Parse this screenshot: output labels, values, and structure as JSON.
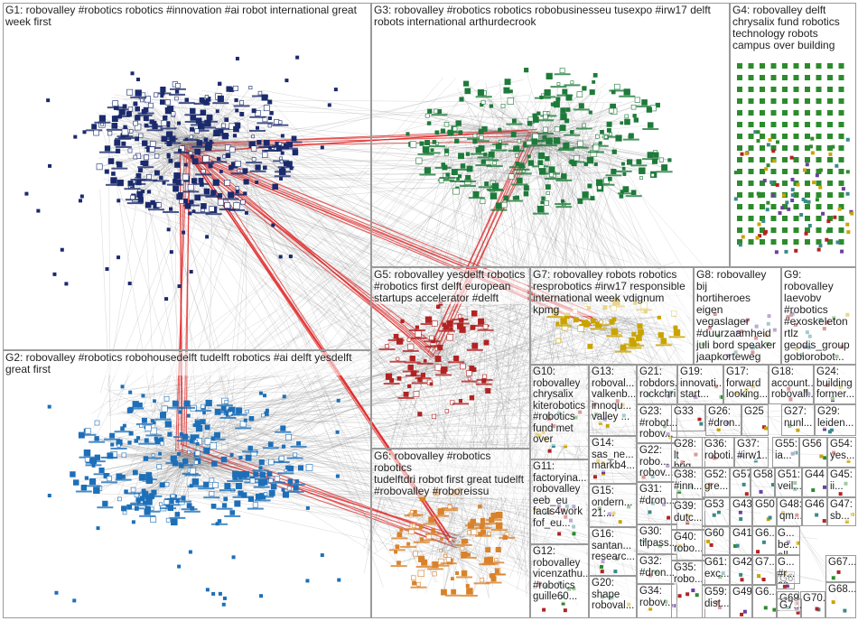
{
  "graph": {
    "groups": [
      {
        "id": "G1",
        "text": "G1: robovalley #robotics robotics #innovation #ai robot international great\nweek first",
        "color": "#1a2a6c"
      },
      {
        "id": "G2",
        "text": "G2: robovalley #robotics robohousedelft tudelft robotics #ai delft yesdelft\ngreat first",
        "color": "#1d6fb8"
      },
      {
        "id": "G3",
        "text": "G3: robovalley #robotics robotics robobusinesseu tusexpo #irw17 delft\nrobots international arthurdecrook",
        "color": "#1e7a3a"
      },
      {
        "id": "G4",
        "text": "G4: robovalley delft\nchrysalix fund robotics\ntechnology robots\ncampus over building",
        "color": "#2d8b2d"
      },
      {
        "id": "G5",
        "text": "G5: robovalley yesdelft robotics\n#robotics first delft european\nstartups accelerator #delft",
        "color": "#b22222"
      },
      {
        "id": "G6",
        "text": "G6: robovalley #robotics robotics\ntudelftdri robot first great tudelft\n#robovalley #roboreissu",
        "color": "#d9822b"
      },
      {
        "id": "G7",
        "text": "G7: robovalley robots robotics\nresprobotics #irw17 responsible\ninternational week vdignum kpmg",
        "color": "#c9a400"
      },
      {
        "id": "G8",
        "text": "G8: robovalley bij\nhortiheroes eigen\nvegaslager\n#duurzaamheid\njuli bord speaker\njaapkorteweg",
        "color": "#8a6d2e"
      },
      {
        "id": "G9",
        "text": "G9:\nrobovalley\nlaevobv\n#robotics\n#exoskeleton\nrtlz\ngeodis_group\ngobiorobot...",
        "color": "#6b3fa0"
      },
      {
        "id": "G10",
        "text": "G10:\nrobovalley\nchrysalix\nkiterobotics\n#robotics\nfund met\nover",
        "color": "#7a4aa0"
      },
      {
        "id": "G11",
        "text": "G11:\nfactoryina...\nrobovalley\neeb_eu\nfacts4work\nfof_eu...",
        "color": "#3a8a8a"
      },
      {
        "id": "G12",
        "text": "G12:\nrobovalley\nvicenzathu...\n#robotics\nguille60...",
        "color": "#3a6fb0"
      },
      {
        "id": "G13",
        "text": "G13:\nroboval...\nvalkenb...\ninnoqu...\nvalley ...",
        "color": "#666666"
      },
      {
        "id": "G14",
        "text": "G14:\nsas_ne...\nmarkb4...",
        "color": "#666666"
      },
      {
        "id": "G15",
        "text": "G15:\nondern...\n21:...",
        "color": "#666666"
      },
      {
        "id": "G16",
        "text": "G16:\nsantan...\nresearc...",
        "color": "#666666"
      },
      {
        "id": "G17",
        "text": "G17:\nforward\nlooking...",
        "color": "#666666"
      },
      {
        "id": "G18",
        "text": "G18:\naccount...\nrobovall...",
        "color": "#666666"
      },
      {
        "id": "G19",
        "text": "G19:\ninnovati...\nstart...",
        "color": "#666666"
      },
      {
        "id": "G20",
        "text": "G20:\nshape\nroboval...",
        "color": "#666666"
      },
      {
        "id": "G21",
        "text": "G21:\nrobdors...\nrockchri...",
        "color": "#666666"
      },
      {
        "id": "G22",
        "text": "G22:\nrobo...\nrobov...",
        "color": "#666666"
      },
      {
        "id": "G23",
        "text": "G23:\n#robot...\nrobov...",
        "color": "#666666"
      },
      {
        "id": "G24",
        "text": "G24:\nbuilding\nformer...",
        "color": "#666666"
      },
      {
        "id": "G25",
        "text": "G25",
        "color": "#666666"
      },
      {
        "id": "G26",
        "text": "G26:\n#dron...",
        "color": "#666666"
      },
      {
        "id": "G27",
        "text": "G27:\nnunl...",
        "color": "#666666"
      },
      {
        "id": "G28",
        "text": "G28:\nlt\nbrig...",
        "color": "#666666"
      },
      {
        "id": "G29",
        "text": "G29:\nleiden...",
        "color": "#666666"
      },
      {
        "id": "G30",
        "text": "G30:\ntilpass...",
        "color": "#666666"
      },
      {
        "id": "G31",
        "text": "G31:\n#dron...",
        "color": "#666666"
      },
      {
        "id": "G32",
        "text": "G32:\n#dron...",
        "color": "#666666"
      },
      {
        "id": "G33",
        "text": "G33",
        "color": "#666666"
      },
      {
        "id": "G34",
        "text": "G34:\nrobov...",
        "color": "#666666"
      },
      {
        "id": "G35",
        "text": "G35:\nrobo...",
        "color": "#666666"
      },
      {
        "id": "G36",
        "text": "G36:\nroboti...",
        "color": "#666666"
      },
      {
        "id": "G37",
        "text": "G37:\n#irw1...",
        "color": "#666666"
      },
      {
        "id": "G38",
        "text": "G38:\n#inn...",
        "color": "#666666"
      },
      {
        "id": "G39",
        "text": "G39:\ndutc...",
        "color": "#666666"
      },
      {
        "id": "G40",
        "text": "G40:\nrobo...",
        "color": "#666666"
      },
      {
        "id": "G41",
        "text": "G41",
        "color": "#666666"
      },
      {
        "id": "G42",
        "text": "G42",
        "color": "#666666"
      },
      {
        "id": "G43",
        "text": "G43",
        "color": "#666666"
      },
      {
        "id": "G44",
        "text": "G44",
        "color": "#666666"
      },
      {
        "id": "G45",
        "text": "G45:\nii...",
        "color": "#666666"
      },
      {
        "id": "G46",
        "text": "G46",
        "color": "#666666"
      },
      {
        "id": "G47",
        "text": "G47:\nsb...",
        "color": "#666666"
      },
      {
        "id": "G48",
        "text": "G48:\nqm...",
        "color": "#666666"
      },
      {
        "id": "G49",
        "text": "G49",
        "color": "#666666"
      },
      {
        "id": "G50",
        "text": "G50",
        "color": "#666666"
      },
      {
        "id": "G51",
        "text": "G51:\nveil...",
        "color": "#666666"
      },
      {
        "id": "G52",
        "text": "G52:\ngre...",
        "color": "#666666"
      },
      {
        "id": "G53",
        "text": "G53",
        "color": "#666666"
      },
      {
        "id": "G54",
        "text": "G54:\nyes...",
        "color": "#666666"
      },
      {
        "id": "G55",
        "text": "G55:\nia...",
        "color": "#666666"
      },
      {
        "id": "G56",
        "text": "G56",
        "color": "#666666"
      },
      {
        "id": "G57",
        "text": "G57",
        "color": "#666666"
      },
      {
        "id": "G58",
        "text": "G58",
        "color": "#666666"
      },
      {
        "id": "G59",
        "text": "G59:\ndist...",
        "color": "#666666"
      },
      {
        "id": "G60",
        "text": "G60",
        "color": "#666666"
      },
      {
        "id": "G61",
        "text": "G61:\nexc...",
        "color": "#666666"
      },
      {
        "id": "G62",
        "text": "G6...",
        "color": "#666666"
      },
      {
        "id": "G63",
        "text": "G7...",
        "color": "#666666"
      },
      {
        "id": "G64",
        "text": "G64",
        "color": "#666666"
      },
      {
        "id": "G65",
        "text": "G...\nbe...\nall...",
        "color": "#666666"
      },
      {
        "id": "G66",
        "text": "G...\n#r...\nco...",
        "color": "#666666"
      },
      {
        "id": "G67",
        "text": "G67...",
        "color": "#666666"
      },
      {
        "id": "G68",
        "text": "G68...",
        "color": "#666666"
      },
      {
        "id": "G69",
        "text": "G69...",
        "color": "#666666"
      },
      {
        "id": "G70",
        "text": "G70...",
        "color": "#666666"
      },
      {
        "id": "G71",
        "text": "G7...",
        "color": "#666666"
      },
      {
        "id": "G72",
        "text": "G6...",
        "color": "#666666"
      }
    ],
    "edge_colors": {
      "cross": "#8c8c8c",
      "strong": "#e02020"
    }
  }
}
